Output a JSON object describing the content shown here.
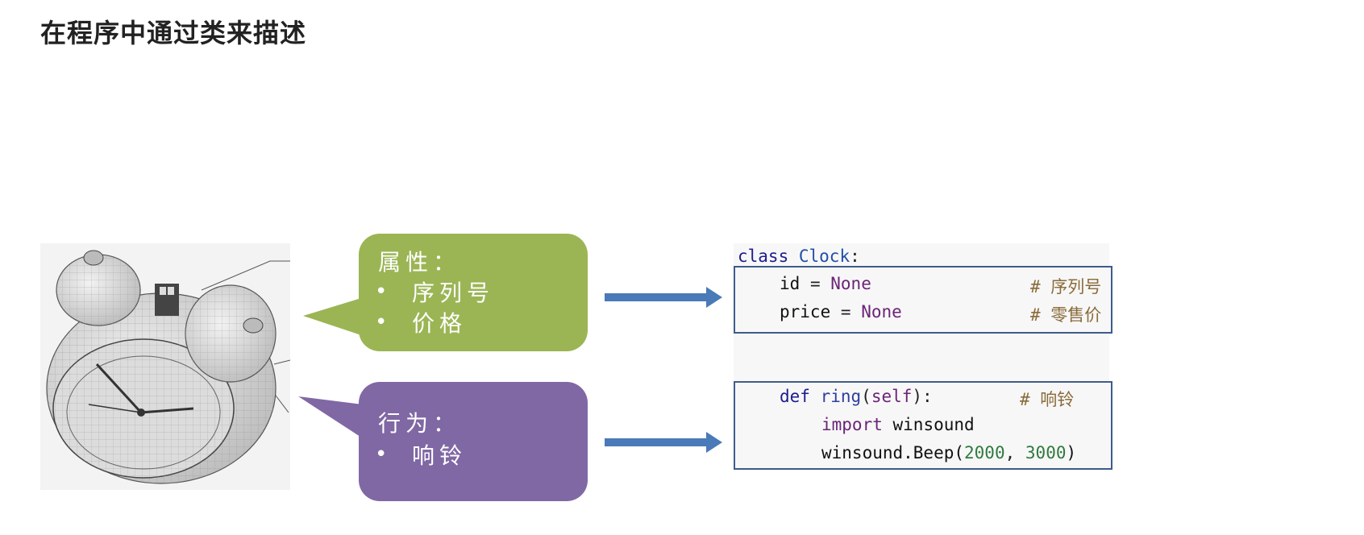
{
  "title": "在程序中通过类来描述",
  "callouts": {
    "attributes": {
      "heading": "属性：",
      "items": [
        "序列号",
        "价格"
      ]
    },
    "behaviors": {
      "heading": "行为：",
      "items": [
        "响铃"
      ]
    }
  },
  "code": {
    "class_kw": "class",
    "class_name": "Clock",
    "colon": ":",
    "attr_id": "id",
    "attr_price": "price",
    "equals": "=",
    "none": "None",
    "comment_id": "# 序列号",
    "comment_price": "# 零售价",
    "def_kw": "def",
    "method_name": "ring",
    "open_paren": "(",
    "self_kw": "self",
    "close_colon": "):",
    "comment_ring": "# 响铃",
    "import_kw": "import",
    "module": "winsound",
    "call_prefix": "winsound.Beep(",
    "arg1": "2000",
    "comma": ",",
    "arg2": "3000",
    "call_suffix": ")"
  },
  "colors": {
    "attributes_callout": "#9bb554",
    "behaviors_callout": "#8068a4",
    "arrow": "#4a7ab8",
    "code_border": "#3e5c8a"
  },
  "icons": {
    "illustration": "alarm-clock-wireframe",
    "arrow": "right-arrow"
  }
}
